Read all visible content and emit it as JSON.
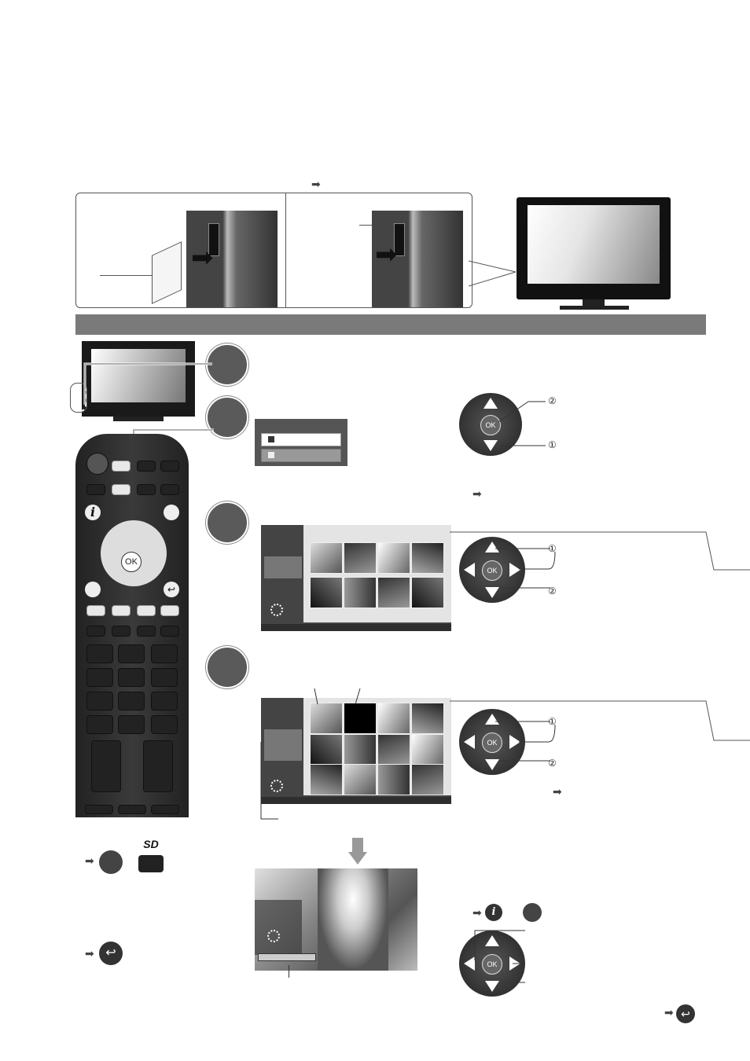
{
  "diagram": {
    "arrow_glyph": "➡",
    "ok_label": "OK",
    "circled": [
      "①",
      "②"
    ],
    "menu_items": [
      "",
      ""
    ]
  }
}
